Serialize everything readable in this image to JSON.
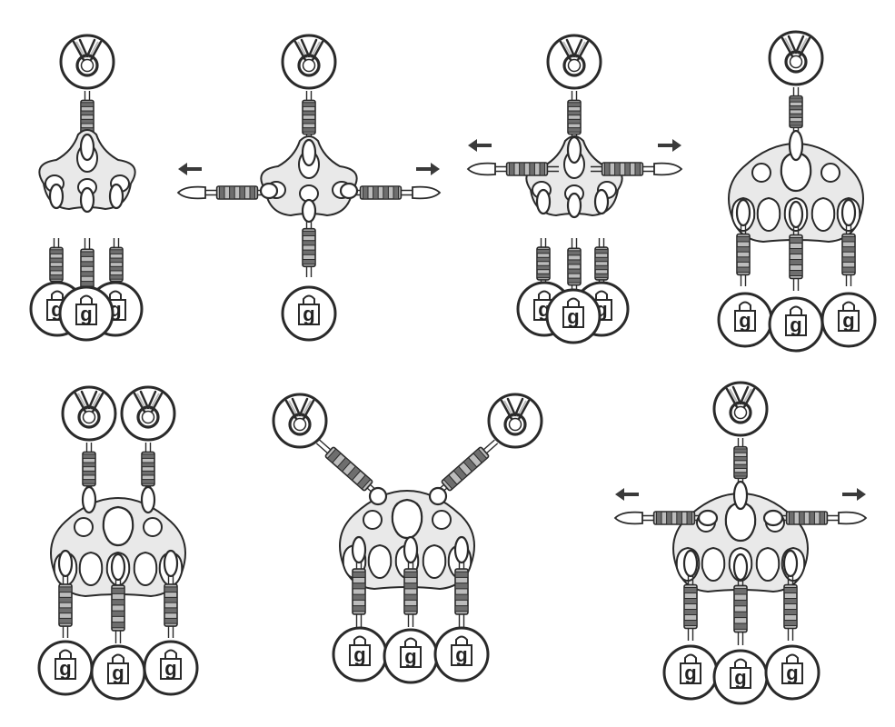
{
  "diagram": {
    "weight_label": "g",
    "colors": {
      "outline": "#2a2a2a",
      "plate_fill": "#e9e9e9",
      "sling_light": "#bcbcbc",
      "sling_dark": "#6e6e6e",
      "arrow": "#3a3a3a",
      "white": "#ffffff"
    },
    "configurations": [
      {
        "id": "small-plate-three-weights-stacked",
        "plate": "small",
        "anchors": 1,
        "weights": 3,
        "side_pulls": false
      },
      {
        "id": "small-plate-single-weight-side-pull",
        "plate": "small",
        "anchors": 1,
        "weights": 1,
        "side_pulls": true
      },
      {
        "id": "small-plate-three-weights-side-pull",
        "plate": "small",
        "anchors": 1,
        "weights": 3,
        "side_pulls": true
      },
      {
        "id": "large-plate-three-weights",
        "plate": "large",
        "anchors": 1,
        "weights": 3,
        "side_pulls": false
      },
      {
        "id": "large-plate-two-anchors",
        "plate": "large",
        "anchors": 2,
        "weights": 3,
        "side_pulls": false
      },
      {
        "id": "large-plate-angled-anchors",
        "plate": "large",
        "anchors": 2,
        "weights": 3,
        "side_pulls": false
      },
      {
        "id": "large-plate-side-pull",
        "plate": "large",
        "anchors": 1,
        "weights": 3,
        "side_pulls": true
      }
    ]
  }
}
